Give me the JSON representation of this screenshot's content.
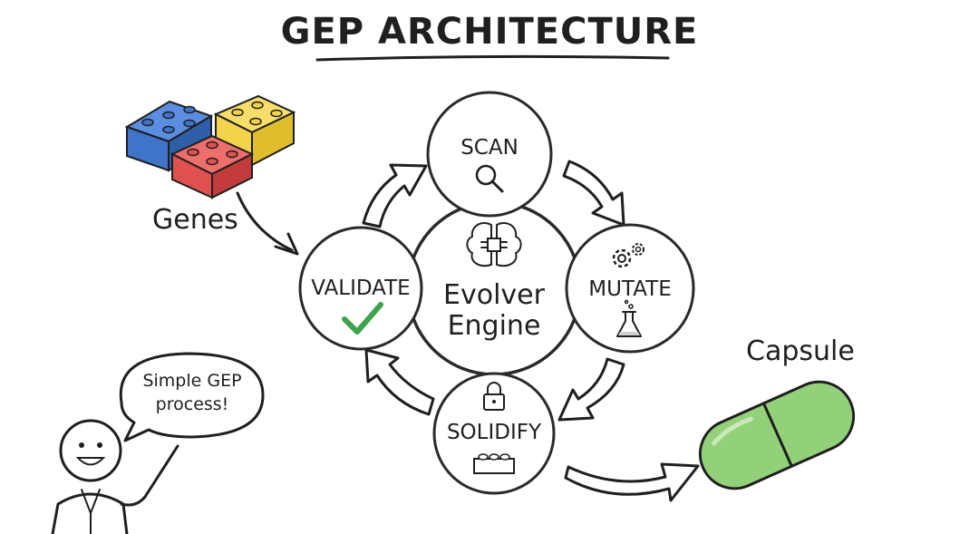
{
  "title": "GEP ARCHITECTURE",
  "engine": {
    "line1": "Evolver",
    "line2": "Engine"
  },
  "nodes": {
    "scan": "SCAN",
    "mutate": "MUTATE",
    "solidify": "SOLIDIFY",
    "validate": "VALIDATE"
  },
  "genes_label": "Genes",
  "capsule_label": "Capsule",
  "speech": {
    "line1": "Simple GEP",
    "line2": "process!"
  },
  "icons": {
    "scan": "magnifier-icon",
    "mutate": "gears-and-flask-icon",
    "solidify": "lock-and-brick-icon",
    "validate": "checkmark-icon",
    "engine": "brain-chip-icon",
    "genes": "lego-bricks-icon",
    "capsule": "pill-capsule-icon"
  },
  "colors": {
    "check": "#3fa34d",
    "brick_blue": "#3f74c8",
    "brick_yellow": "#f2d34b",
    "brick_red": "#e0504f",
    "capsule": "#92d17a"
  }
}
